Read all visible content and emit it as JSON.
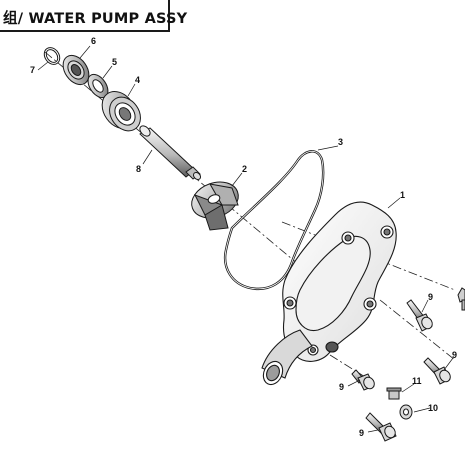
{
  "title": "组/ WATER PUMP ASSY",
  "callouts": {
    "c1": "1",
    "c2": "2",
    "c3": "3",
    "c4": "4",
    "c5": "5",
    "c6": "6",
    "c7": "7",
    "c8": "8",
    "c9a": "9",
    "c9b": "9",
    "c9c": "9",
    "c9d": "9",
    "c10": "10",
    "c11": "11"
  },
  "colors": {
    "line": "#1a1a1a",
    "metal_light": "#e6e6e6",
    "metal_mid": "#9a9a9a",
    "metal_dark": "#4a4a4a"
  }
}
